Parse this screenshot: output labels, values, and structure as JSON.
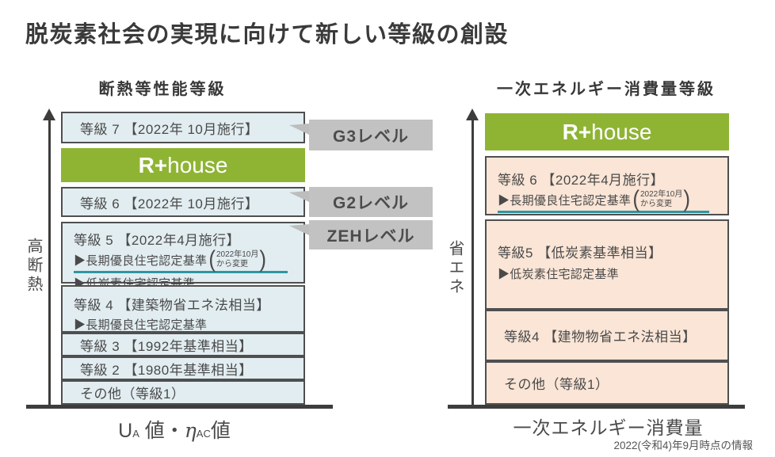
{
  "title": "脱炭素社会の実現に向けて新しい等級の創設",
  "brand": {
    "bold": "R+",
    "rest": "house"
  },
  "footnote": "2022(令和4)年9月時点の情報",
  "colors": {
    "brand_green": "#8FB434",
    "light_blue": "#E2EDF1",
    "peach": "#FAE5D6",
    "callout_gray": "#C2C2C2",
    "underline_teal": "#2E96A3",
    "axis": "#3D3D3D"
  },
  "left_chart": {
    "title": "断熱等性能等級",
    "y_axis_label": "高断熱",
    "x_axis": {
      "u": "U",
      "u_sub": "A",
      "mid": " 値・",
      "eta": "η",
      "eta_sub": "AC",
      "suffix": "値"
    },
    "boxes": {
      "grade7": "等級 7 【2022年 10月施行】",
      "grade6": "等級 6 【2022年 10月施行】",
      "grade5": {
        "label": "等級 5 【2022年4月施行】",
        "bullet1": "▶長期優良住宅認定基準",
        "paren_line1": "2022年10月",
        "paren_line2": "から変更",
        "bullet2": "▶低炭素住宅認定基準"
      },
      "grade4": {
        "label": "等級 4 【建築物省エネ法相当】",
        "bullet1": "▶長期優良住宅認定基準"
      },
      "grade3": "等級 3 【1992年基準相当】",
      "grade2": "等級 2 【1980年基準相当】",
      "grade1": "その他（等級1）"
    },
    "callouts": {
      "g3": "G3レベル",
      "g2": "G2レベル",
      "zeh": "ZEHレベル"
    }
  },
  "right_chart": {
    "title": "一次エネルギー消費量等級",
    "y_axis_label": "省エネ",
    "x_axis_label": "一次エネルギー消費量",
    "boxes": {
      "grade6": {
        "label": "等級 6 【2022年4月施行】",
        "bullet1": "▶長期優良住宅認定基準",
        "paren_line1": "2022年10月",
        "paren_line2": "から変更"
      },
      "grade5": {
        "label": "等級5 【低炭素基準相当】",
        "bullet1": "▶低炭素住宅認定基準"
      },
      "grade4": "等級4 【建物物省エネ法相当】",
      "grade1": "その他（等級1）"
    }
  }
}
